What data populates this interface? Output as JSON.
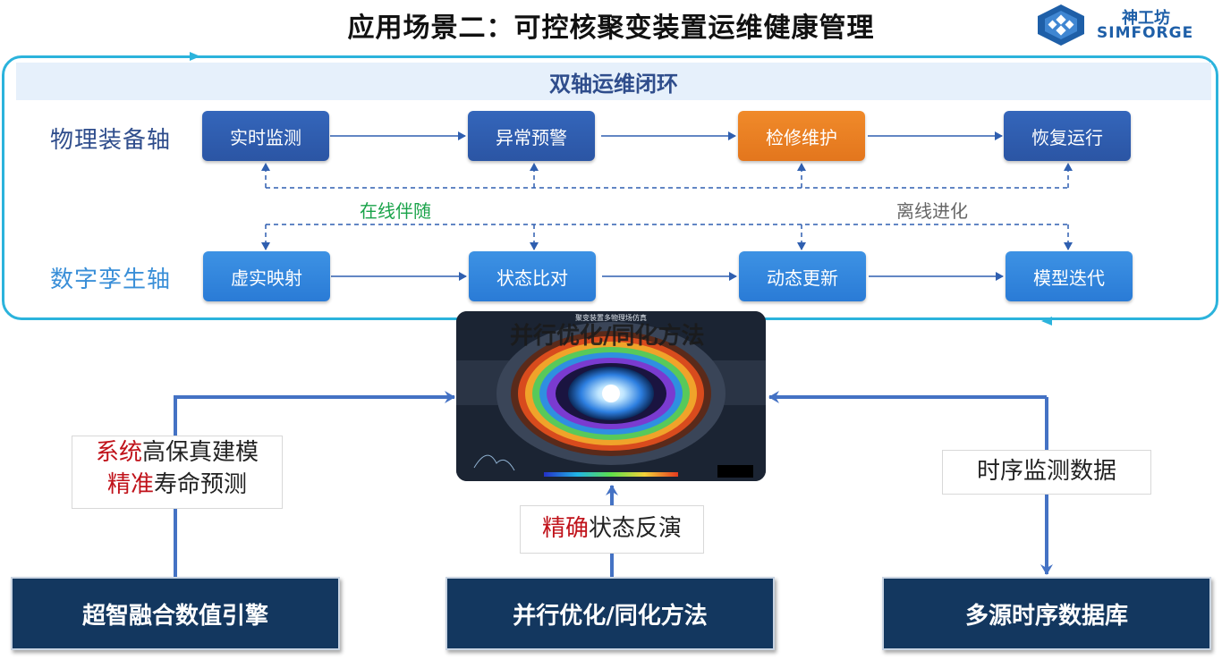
{
  "title": "应用场景二：可控核聚变装置运维健康管理",
  "logo": {
    "name_cn": "神工坊",
    "name_en": "SIMFORGE"
  },
  "loop": {
    "title": "双轴运维闭环",
    "physical_axis": {
      "label": "物理装备轴",
      "steps": [
        "实时监测",
        "异常预警",
        "检修维护",
        "恢复运行"
      ]
    },
    "digital_axis": {
      "label": "数字孪生轴",
      "steps": [
        "虚实映射",
        "状态比对",
        "动态更新",
        "模型迭代"
      ]
    },
    "tag_online": "在线伴随",
    "tag_offline": "离线进化"
  },
  "simulation": {
    "panel_title": "聚变装置多物理场仿真",
    "caption": "并行优化/同化方法"
  },
  "notes": {
    "left_line1_emph": "系统",
    "left_line1_rest": "高保真建模",
    "left_line2_emph": "精准",
    "left_line2_rest": "寿命预测",
    "mid_emph": "精确",
    "mid_rest": "状态反演",
    "right": "时序监测数据"
  },
  "modules": [
    "超智融合数值引擎",
    "并行优化/同化方法",
    "多源时序数据库"
  ],
  "colors": {
    "frame": "#2bb3dc",
    "navy": "#2b55a4",
    "orange": "#e3761d",
    "blue": "#2a7bd6",
    "online": "#1aa34a",
    "module": "#13375f",
    "emphasis": "#c0121a"
  }
}
